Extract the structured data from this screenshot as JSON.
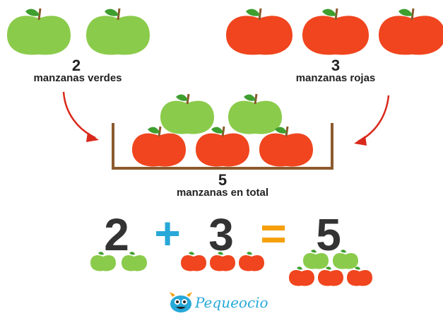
{
  "top_left": {
    "count": "2",
    "label": "manzanas verdes"
  },
  "top_right": {
    "count": "3",
    "label": "manzanas rojas"
  },
  "total": {
    "count": "5",
    "label": "manzanas en total"
  },
  "equation": {
    "a": "2",
    "plus": "+",
    "b": "3",
    "equals": "=",
    "result": "5"
  },
  "logo": {
    "text": "Pequeocio"
  },
  "colors": {
    "green_apple": "#8BCB4B",
    "red_apple": "#F0451E",
    "leaf": "#3E9E2E",
    "stem": "#8A5A2B",
    "arrow": "#D9291B",
    "basket": "#8C5A2E",
    "plus": "#27A8D8",
    "equals": "#F5A00C",
    "logo": "#27A8D8"
  }
}
